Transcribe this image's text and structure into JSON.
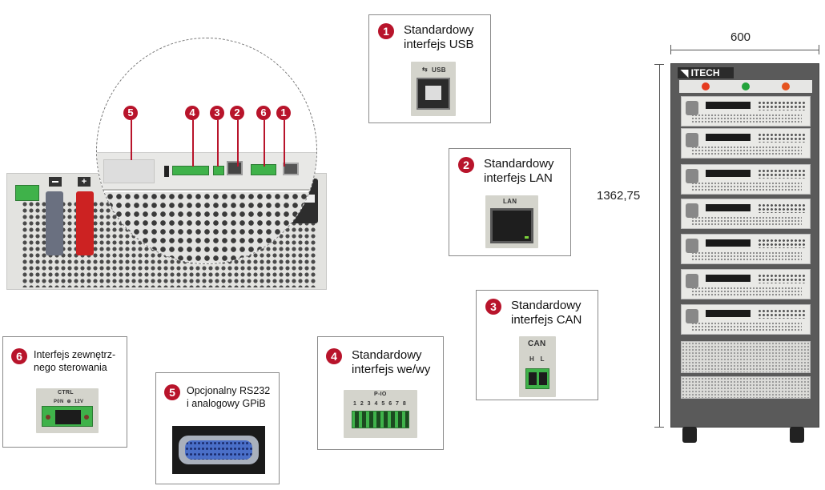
{
  "callouts": [
    {
      "number": "1",
      "title": "Standardowy\ninterfejs USB",
      "port_label": "USB",
      "port": "usb-b"
    },
    {
      "number": "2",
      "title": "Standardowy\ninterfejs LAN",
      "port_label": "LAN",
      "port": "rj45"
    },
    {
      "number": "3",
      "title": "Standardowy\ninterfejs CAN",
      "port_label": "CAN",
      "port_sublabels": "H   L",
      "port": "can-2pin"
    },
    {
      "number": "4",
      "title": "Standardowy\ninterfejs we/wy",
      "port_label": "P-IO",
      "port_sublabels": "1 2 3 4 5 6 7 8",
      "port": "terminal-8pin"
    },
    {
      "number": "5",
      "title": "Opcjonalny RS232\ni analogowy GPiB",
      "port": "gpib"
    },
    {
      "number": "6",
      "title": "Interfejs zewnętrz-\nnego sterowania",
      "port_label": "CTRL",
      "port_sublabels": "P0N  ⊕  12V",
      "port": "terminal-3pin"
    }
  ],
  "panel_markers": [
    "5",
    "4",
    "3",
    "2",
    "6",
    "1"
  ],
  "rack": {
    "brand": "ITECH",
    "width_label": "600",
    "height_label": "1362,75",
    "indicator_colors": [
      "#e53b1f",
      "#22a33a",
      "#e5531f"
    ]
  },
  "colors": {
    "accent": "#b8142b",
    "terminal_green": "#3fb24a",
    "gpib_blue": "#4a6fc8"
  }
}
